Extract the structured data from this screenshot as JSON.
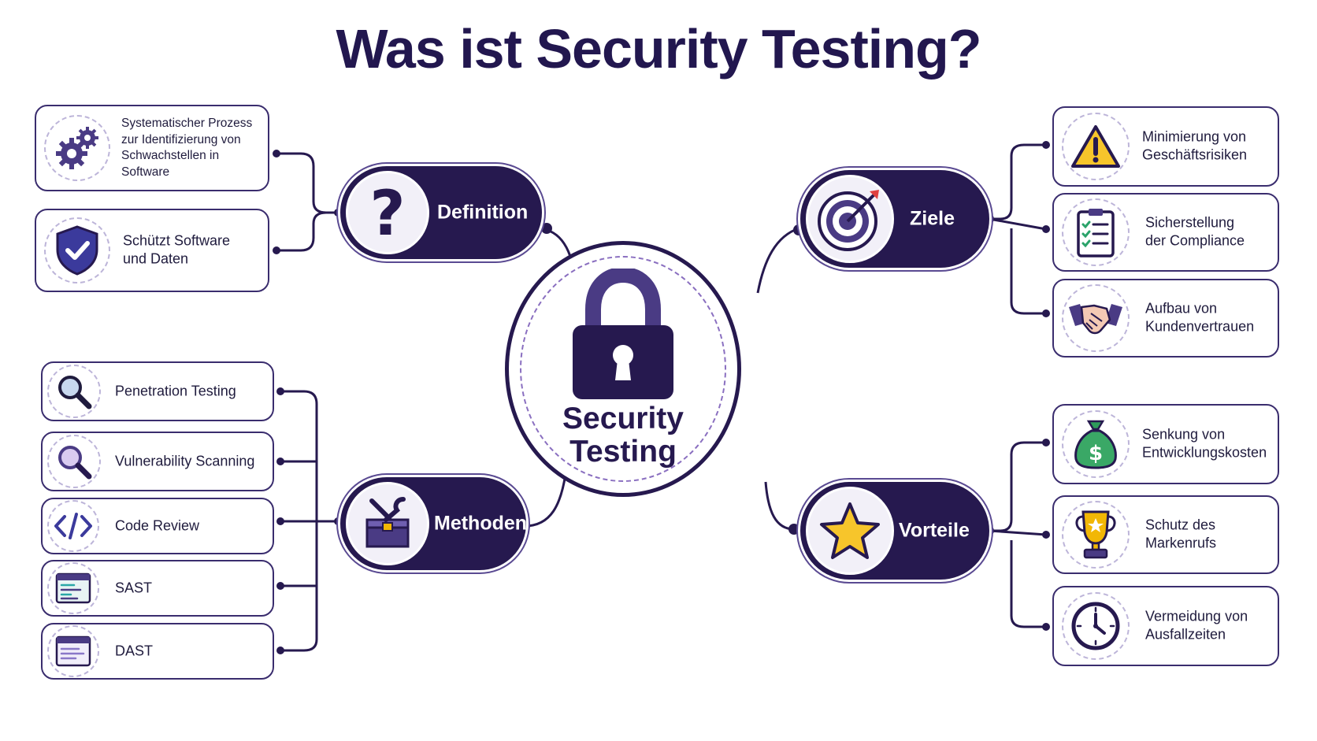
{
  "title": "Was ist Security Testing?",
  "center": {
    "label": "Security\nTesting",
    "icon": "padlock-icon"
  },
  "colors": {
    "primary": "#26194f",
    "accent": "#5a4a92",
    "icon_fill": "#f2f0f8"
  },
  "branches": {
    "definition": {
      "label": "Definition",
      "icon": "question-mark-icon",
      "items": [
        {
          "text": "Systematischer Prozess\nzur Identifizierung von\nSchwachstellen in\nSoftware",
          "icon": "gears-icon"
        },
        {
          "text": "Schützt Software\nund Daten",
          "icon": "shield-check-icon"
        }
      ]
    },
    "methoden": {
      "label": "Methoden",
      "icon": "toolbox-icon",
      "items": [
        {
          "text": "Penetration Testing",
          "icon": "magnifier-icon"
        },
        {
          "text": "Vulnerability Scanning",
          "icon": "magnifier-purple-icon"
        },
        {
          "text": "Code Review",
          "icon": "code-brackets-icon"
        },
        {
          "text": "SAST",
          "icon": "code-window-icon"
        },
        {
          "text": "DAST",
          "icon": "browser-window-icon"
        }
      ]
    },
    "ziele": {
      "label": "Ziele",
      "icon": "target-icon",
      "items": [
        {
          "text": "Minimierung von\nGeschäftsrisiken",
          "icon": "warning-icon"
        },
        {
          "text": "Sicherstellung\nder Compliance",
          "icon": "clipboard-checklist-icon"
        },
        {
          "text": "Aufbau von\nKundenvertrauen",
          "icon": "handshake-icon"
        }
      ]
    },
    "vorteile": {
      "label": "Vorteile",
      "icon": "star-icon",
      "items": [
        {
          "text": "Senkung von\nEntwicklungskosten",
          "icon": "money-bag-icon"
        },
        {
          "text": "Schutz des\nMarkenrufs",
          "icon": "trophy-icon"
        },
        {
          "text": "Vermeidung von\nAusfallzeiten",
          "icon": "clock-icon"
        }
      ]
    }
  }
}
